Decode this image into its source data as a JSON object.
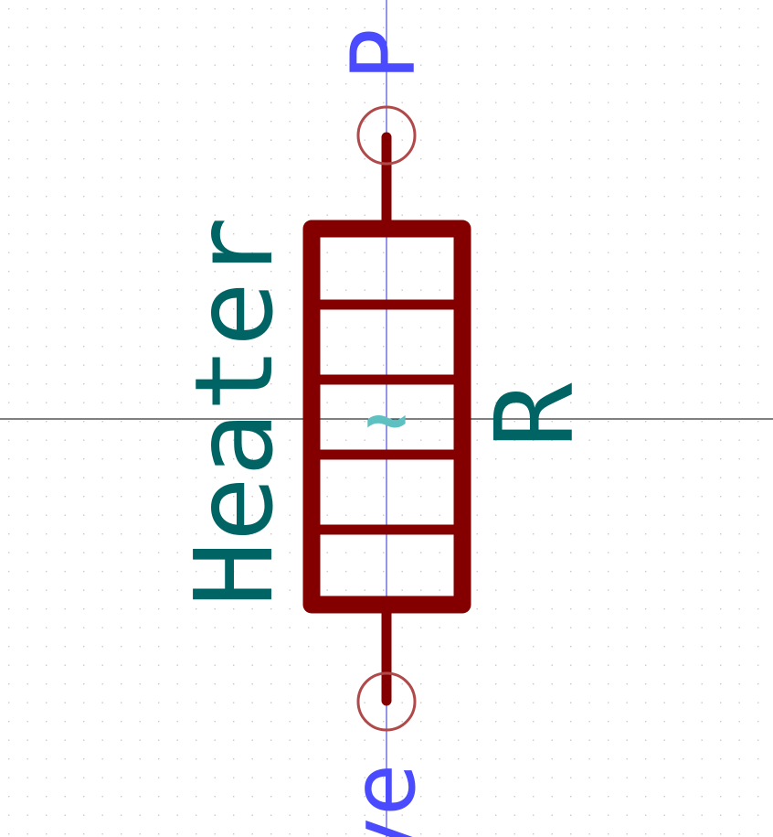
{
  "symbol": {
    "value_field": "Heater",
    "reference_field": "R",
    "center_glyph": "~",
    "pin_top_name": "P",
    "pin_bottom_name": "ve",
    "kind": "heater-resistor",
    "segments": 5
  },
  "colors": {
    "background": "#ffffff",
    "grid_dot": "#c8c8c8",
    "body": "#840000",
    "pin_marker": "#b04a4a",
    "field_text": "#006464",
    "pin_text": "#4a4aff",
    "center_glyph": "#5ec0c0",
    "axis": "#000000",
    "pin_axis": "#2a2ad0"
  },
  "view": {
    "grid": true,
    "crosshair": true
  }
}
